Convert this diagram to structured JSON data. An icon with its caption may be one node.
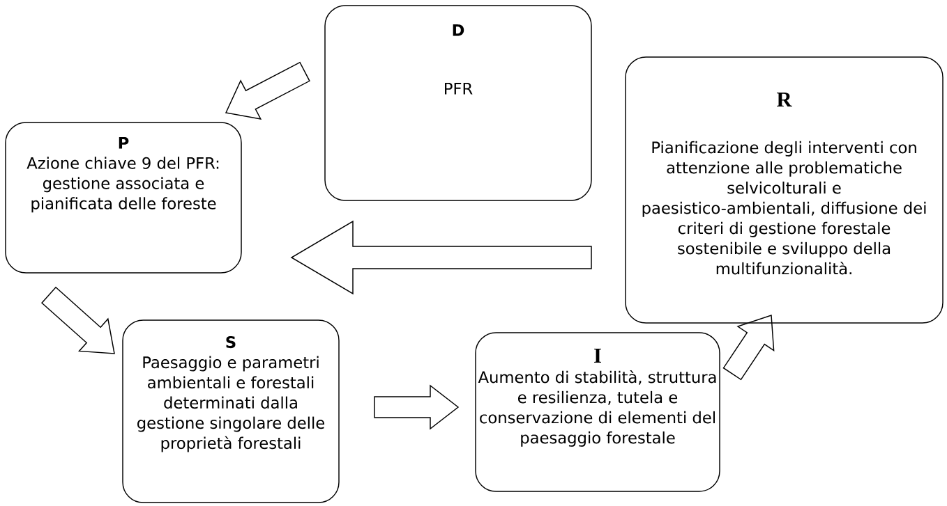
{
  "diagram": {
    "nodes": [
      {
        "text": [
          "D",
          "PFR"
        ]
      },
      {
        "text": [
          "P",
          "Azione chiave 9 del PFR: gestione associata e pianificata delle foreste"
        ]
      },
      {
        "text": [
          "R",
          "Pianificazione degli interventi con attenzione alle problematiche selvicolturali e paesistico-ambientali, diffusione dei criteri di gestione forestale sostenibile e sviluppo della multifunzionalità."
        ]
      },
      {
        "text": [
          "S",
          "Paesaggio e parametri ambientali e forestali determinati dalla gestione singolare delle proprietà forestali"
        ]
      },
      {
        "text": [
          "I",
          "Aumento di stabilità, struttura e resilienza, tutela e conservazione di elementi del paesaggio forestale"
        ]
      }
    ],
    "edges": [
      {
        "from": 0,
        "to": 1,
        "arrow": "to"
      },
      {
        "from": 2,
        "to": 1,
        "arrow": "to"
      },
      {
        "from": 1,
        "to": 3,
        "arrow": "to"
      },
      {
        "from": 3,
        "to": 4,
        "arrow": "to"
      },
      {
        "from": 4,
        "to": 2,
        "arrow": "to"
      }
    ]
  }
}
